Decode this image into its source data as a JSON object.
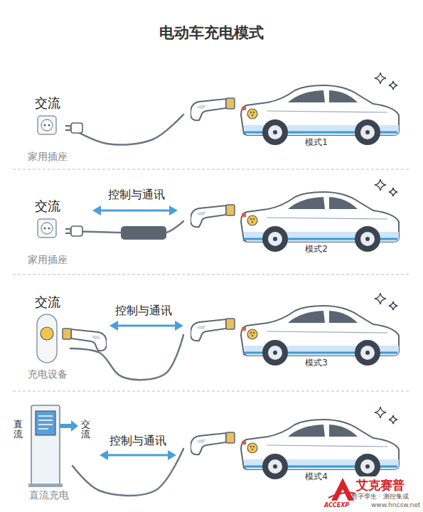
{
  "diagram": {
    "title": "电动车充电模式",
    "nodes": [
      {
        "text": [
          "交流",
          "家用插座"
        ]
      },
      {
        "text": [
          "模式1"
        ]
      },
      {
        "text": [
          "交流",
          "家用插座"
        ]
      },
      {
        "text": [
          "模式2"
        ]
      },
      {
        "text": [
          "交流",
          "充电设备"
        ]
      },
      {
        "text": [
          "模式3"
        ]
      },
      {
        "text": [
          "直流充电"
        ]
      },
      {
        "text": [
          "模式4"
        ]
      }
    ],
    "edges": [
      {
        "from": 0,
        "to": 1,
        "arrow": "none"
      },
      {
        "from": 2,
        "to": 3,
        "label": "控制与通讯",
        "arrow": "none"
      },
      {
        "from": 4,
        "to": 5,
        "label": "控制与通讯",
        "arrow": "none"
      },
      {
        "from": 6,
        "to": 7,
        "label": "控制与通讯",
        "arrow": "none"
      }
    ],
    "labels": [
      "直流",
      "交流",
      "艾克赛普",
      "数字孪生 · 测控集成",
      "ACCEXP",
      "www.hncsw.net"
    ]
  }
}
